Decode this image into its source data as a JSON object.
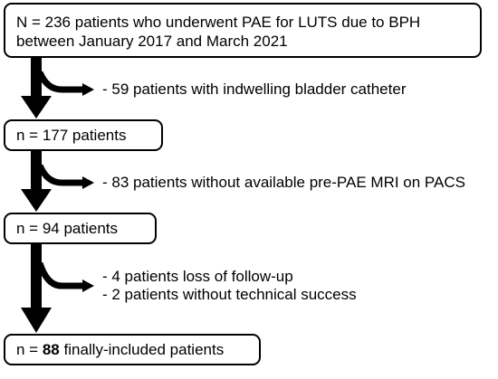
{
  "boxes": {
    "start": {
      "line1": "N = 236 patients who underwent PAE for LUTS due to BPH",
      "line2": "between January 2017 and March 2021"
    },
    "step1": {
      "text": "n = 177 patients"
    },
    "step2": {
      "text": "n = 94 patients"
    },
    "final": {
      "prefix": "n = ",
      "count": "88",
      "suffix": " finally-included patients"
    }
  },
  "exclusions": {
    "first": "- 59 patients with indwelling bladder catheter",
    "second": "- 83 patients without available pre-PAE MRI on PACS",
    "third": [
      "- 4 patients loss of follow-up",
      "- 2 patients without technical success"
    ]
  },
  "style": {
    "stroke": "#000000",
    "background": "#ffffff"
  }
}
